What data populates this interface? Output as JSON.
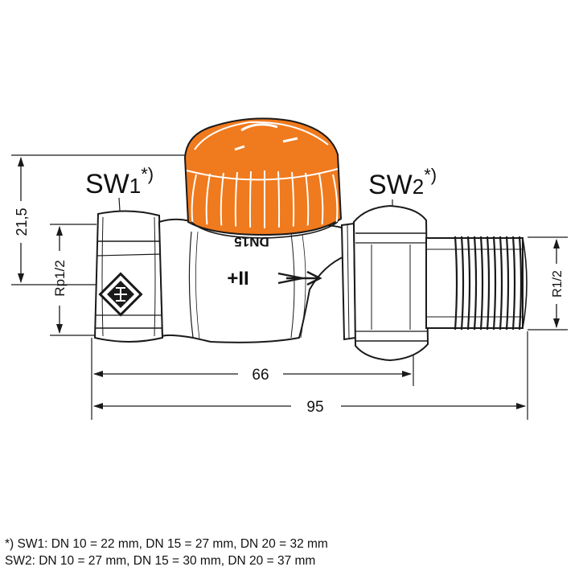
{
  "labels": {
    "sw1_main": "SW",
    "sw1_sub": "1",
    "sw1_sup": "*)",
    "sw2_main": "SW",
    "sw2_sub": "2",
    "sw2_sup": "*)",
    "height": "21,5",
    "rp": "Rp1/2",
    "r": "R1/2",
    "dim_66": "66",
    "dim_95": "95",
    "body_dn": "DN15",
    "body_symbol": "+II"
  },
  "footnotes": [
    "*) SW1: DN 10 = 22 mm, DN 15 = 27 mm, DN 20 = 32 mm",
    "SW2: DN 10 = 27 mm, DN 15 = 30 mm, DN 20 = 37 mm"
  ],
  "colors": {
    "cap": "#f07a1e",
    "line": "#1a1a1a",
    "background": "#ffffff"
  }
}
